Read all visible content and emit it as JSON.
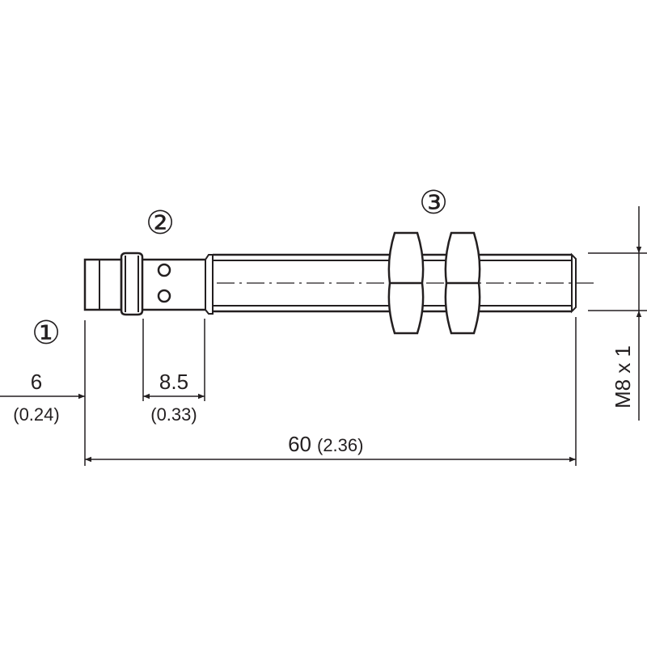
{
  "callouts": {
    "one": "①",
    "two": "②",
    "three": "③"
  },
  "dimensions": {
    "sensing_dist": {
      "value": "6",
      "inch": "(0.24)"
    },
    "led_offset": {
      "value": "8.5",
      "inch": "(0.33)"
    },
    "length": {
      "value": "60",
      "inch": "(2.36)"
    },
    "thread": "M8 x 1"
  },
  "colors": {
    "line": "#231f20",
    "background": "#ffffff"
  }
}
